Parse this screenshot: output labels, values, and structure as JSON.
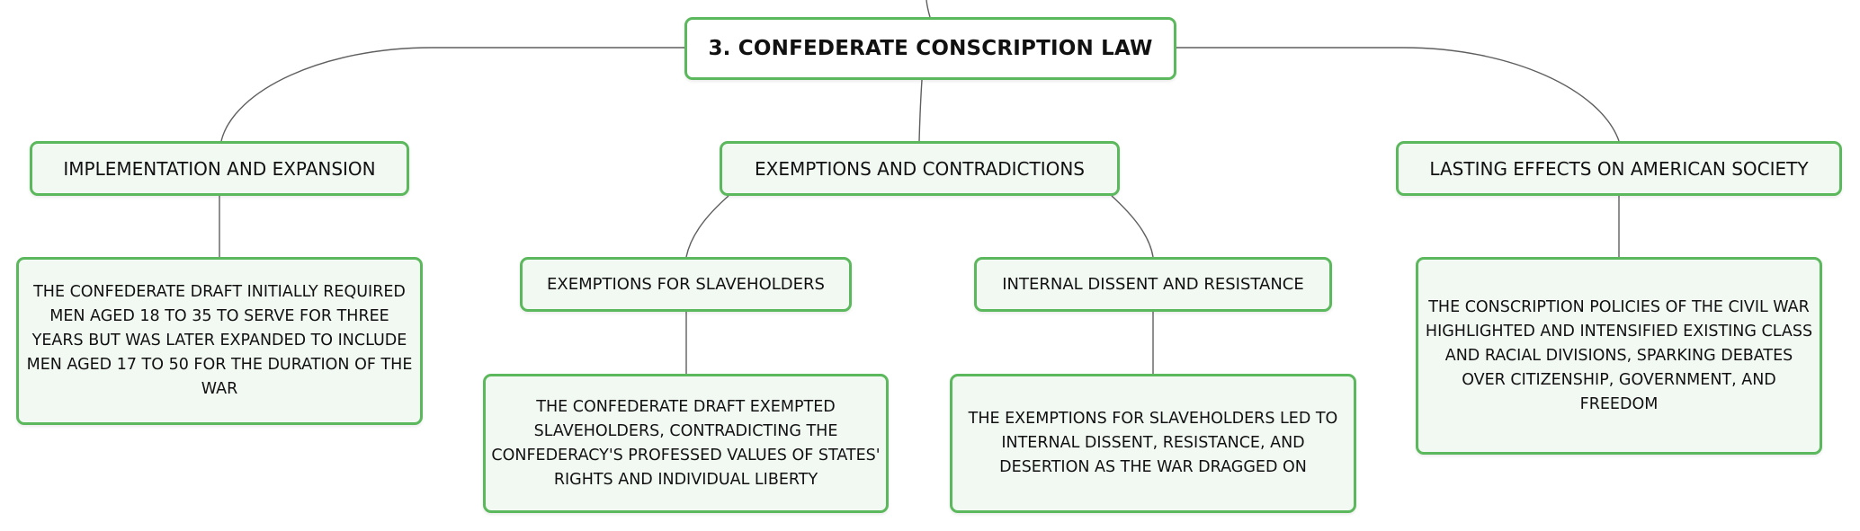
{
  "root": {
    "title": "3. CONFEDERATE CONSCRIPTION LAW"
  },
  "branches": {
    "implementation": {
      "title": "IMPLEMENTATION AND EXPANSION",
      "detail": "THE CONFEDERATE DRAFT INITIALLY REQUIRED MEN AGED 18 TO 35 TO SERVE FOR THREE YEARS BUT WAS LATER EXPANDED TO INCLUDE MEN AGED 17 TO 50 FOR THE DURATION OF THE WAR"
    },
    "exemptions": {
      "title": "EXEMPTIONS AND CONTRADICTIONS",
      "children": {
        "slaveholders": {
          "title": "EXEMPTIONS FOR SLAVEHOLDERS",
          "detail": "THE CONFEDERATE DRAFT EXEMPTED SLAVEHOLDERS, CONTRADICTING THE CONFEDERACY'S PROFESSED VALUES OF STATES' RIGHTS AND INDIVIDUAL LIBERTY"
        },
        "dissent": {
          "title": "INTERNAL DISSENT AND RESISTANCE",
          "detail": "THE EXEMPTIONS FOR SLAVEHOLDERS LED TO INTERNAL DISSENT, RESISTANCE, AND DESERTION AS THE WAR DRAGGED ON"
        }
      }
    },
    "lasting": {
      "title": "LASTING EFFECTS ON AMERICAN SOCIETY",
      "detail": "THE CONSCRIPTION POLICIES OF THE CIVIL WAR HIGHLIGHTED AND INTENSIFIED EXISTING CLASS AND RACIAL DIVISIONS, SPARKING DEBATES OVER CITIZENSHIP, GOVERNMENT, AND FREEDOM"
    }
  },
  "colors": {
    "node_border": "#5cb85c",
    "node_fill": "#f2f9f3",
    "root_fill": "#ffffff",
    "connector": "#5f5f5f"
  }
}
